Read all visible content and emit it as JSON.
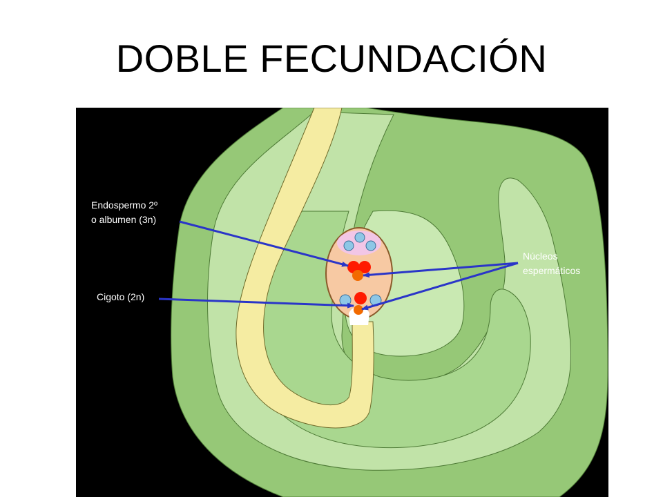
{
  "title": "DOBLE FECUNDACIÓN",
  "labels": {
    "endosperm_line1": "Endospermo 2º",
    "endosperm_line2": "o albumen (3n)",
    "zygote": "Cigoto (2n)",
    "sperm_line1": "Núcleos",
    "sperm_line2": "espermáticos"
  },
  "colors": {
    "background": "#000000",
    "integument_outer": "#96c877",
    "integument_inner": "#c1e3a8",
    "pollen_tube": "#f5eca2",
    "embryo_sac": "#f7c9a3",
    "nucleus_red": "#ff1a00",
    "nucleus_orange": "#f26a00",
    "synergid_blue": "#8ec7e6",
    "antipodal_pink": "#f2c6e6",
    "arrow": "#2a35c8"
  }
}
